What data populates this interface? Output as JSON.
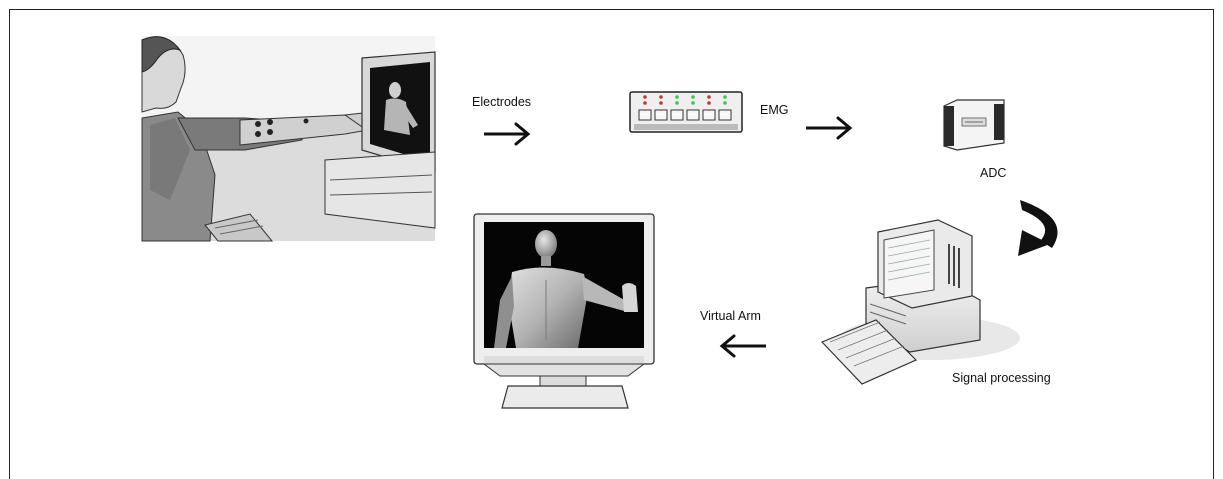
{
  "labels": {
    "electrodes": "Electrodes",
    "emg": "EMG",
    "adc": "ADC",
    "signal_processing": "Signal processing",
    "virtual_arm": "Virtual Arm"
  },
  "colors": {
    "ink": "#111111",
    "screen_dark": "#0a0a0a",
    "monitor_frame": "#e8e8e8",
    "led_red": "#c0392b",
    "led_green": "#2ecc40"
  },
  "icons": [
    "user-at-monitor-illustration",
    "emg-amplifier-icon",
    "adc-device-icon",
    "computer-workstation-icon",
    "virtual-arm-monitor-icon",
    "arrow-right-icon",
    "curved-arrow-icon",
    "arrow-left-icon"
  ]
}
